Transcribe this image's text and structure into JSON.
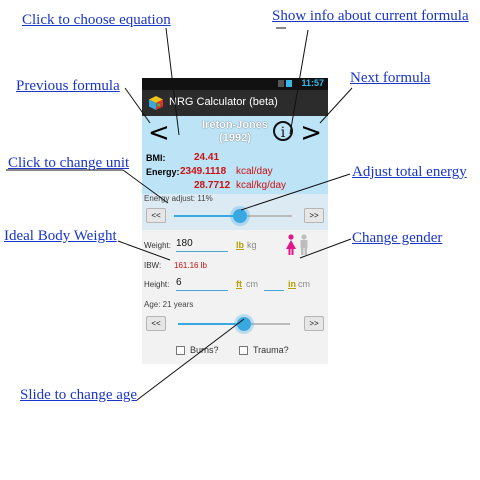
{
  "annotations": {
    "choose_equation": "Click to choose equation",
    "show_info": "Show info about current formula",
    "previous_formula": "Previous formula",
    "next_formula": "Next formula",
    "change_unit": "Click to change unit",
    "adjust_energy": "Adjust total energy",
    "ideal_body_weight": "Ideal Body Weight",
    "change_gender": "Change gender",
    "slide_age": "Slide to change age"
  },
  "status_bar": {
    "time": "11:57"
  },
  "app": {
    "title": "NRG Calculator (beta)"
  },
  "formula": {
    "name": "Ireton-Jones",
    "year": "(1992)",
    "prev_glyph": "<",
    "next_glyph": ">",
    "info_glyph": "i"
  },
  "results": {
    "bmi_label": "BMI:",
    "bmi_value": "24.41",
    "energy_label": "Energy:",
    "energy_value": "2349.1118",
    "energy_unit": "kcal/day",
    "energy_per_kg_value": "28.7712",
    "energy_per_kg_unit": "kcal/kg/day"
  },
  "energy_adjust": {
    "label": "Energy adjust: 11%",
    "value_percent": 11,
    "minus_label": "<<",
    "plus_label": ">>"
  },
  "weight": {
    "label": "Weight:",
    "value": "180",
    "unit_lb": "lb",
    "unit_kg": "kg"
  },
  "ibw": {
    "label": "IBW:",
    "value": "161.16 lb"
  },
  "height": {
    "label": "Height:",
    "feet": "6",
    "unit_ft": "ft",
    "unit_cm": "cm",
    "inches": "",
    "unit_in": "in",
    "unit_cm2": "cm"
  },
  "age": {
    "label": "Age: 21 years",
    "value_years": 21,
    "minus_label": "<<",
    "plus_label": ">>"
  },
  "options": {
    "burns_label": "Burns?",
    "trauma_label": "Trauma?"
  },
  "colors": {
    "accent": "#3aa8e0",
    "result_red": "#cc1111",
    "annotation_blue": "#1a35c9",
    "female": "#e0168a"
  }
}
